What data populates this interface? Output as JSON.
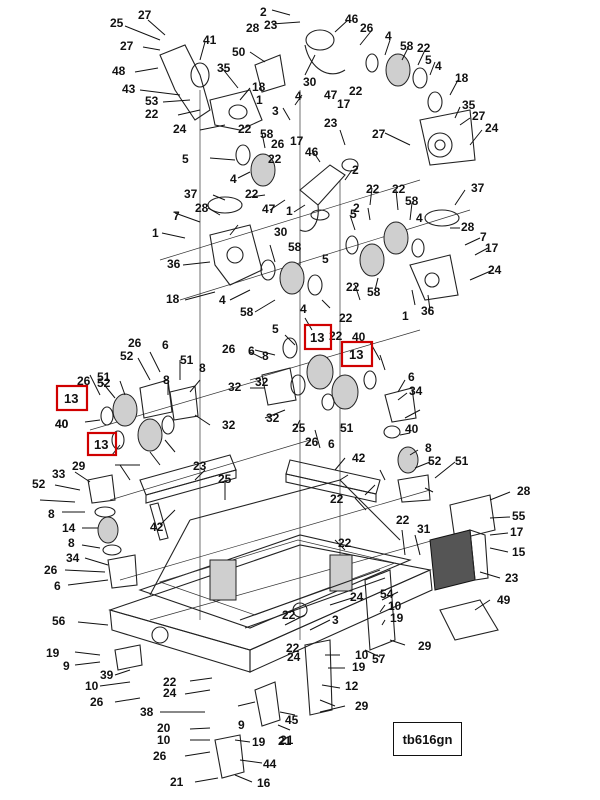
{
  "drawing_tag": "tb616gn",
  "highlighted_callouts": [
    "13",
    "13",
    "13",
    "13"
  ],
  "highlight_color": "#d00000",
  "callouts": [
    "25",
    "27",
    "2",
    "28",
    "23",
    "46",
    "26",
    "41",
    "27",
    "48",
    "43",
    "53",
    "22",
    "50",
    "35",
    "30",
    "47",
    "17",
    "22",
    "4",
    "58",
    "22",
    "5",
    "4",
    "18",
    "35",
    "27",
    "24",
    "24",
    "22",
    "1",
    "3",
    "4",
    "18",
    "5",
    "4",
    "26",
    "17",
    "23",
    "27",
    "22",
    "46",
    "58",
    "2",
    "37",
    "22",
    "47",
    "28",
    "7",
    "1",
    "30",
    "1",
    "5",
    "22",
    "22",
    "58",
    "2",
    "37",
    "4",
    "28",
    "7",
    "17",
    "36",
    "58",
    "5",
    "24",
    "18",
    "4",
    "22",
    "58",
    "58",
    "1",
    "36",
    "4",
    "22",
    "5",
    "22",
    "13",
    "40",
    "26",
    "6",
    "13",
    "32",
    "51",
    "26",
    "52",
    "8",
    "51",
    "8",
    "6",
    "6",
    "34",
    "26",
    "40",
    "32",
    "52",
    "13",
    "8",
    "32",
    "32",
    "25",
    "26",
    "51",
    "6",
    "40",
    "8",
    "52",
    "51",
    "23",
    "29",
    "42",
    "40",
    "52",
    "33",
    "8",
    "14",
    "8",
    "34",
    "26",
    "6",
    "25",
    "42",
    "22",
    "22",
    "28",
    "55",
    "31",
    "17",
    "15",
    "22",
    "23",
    "54",
    "10",
    "19",
    "49",
    "56",
    "24",
    "3",
    "22",
    "29",
    "57",
    "19",
    "9",
    "39",
    "10",
    "26",
    "22",
    "24",
    "22",
    "10",
    "19",
    "12",
    "24",
    "45",
    "29",
    "21",
    "38",
    "20",
    "10",
    "26",
    "9",
    "19",
    "21",
    "44",
    "16",
    "21"
  ]
}
